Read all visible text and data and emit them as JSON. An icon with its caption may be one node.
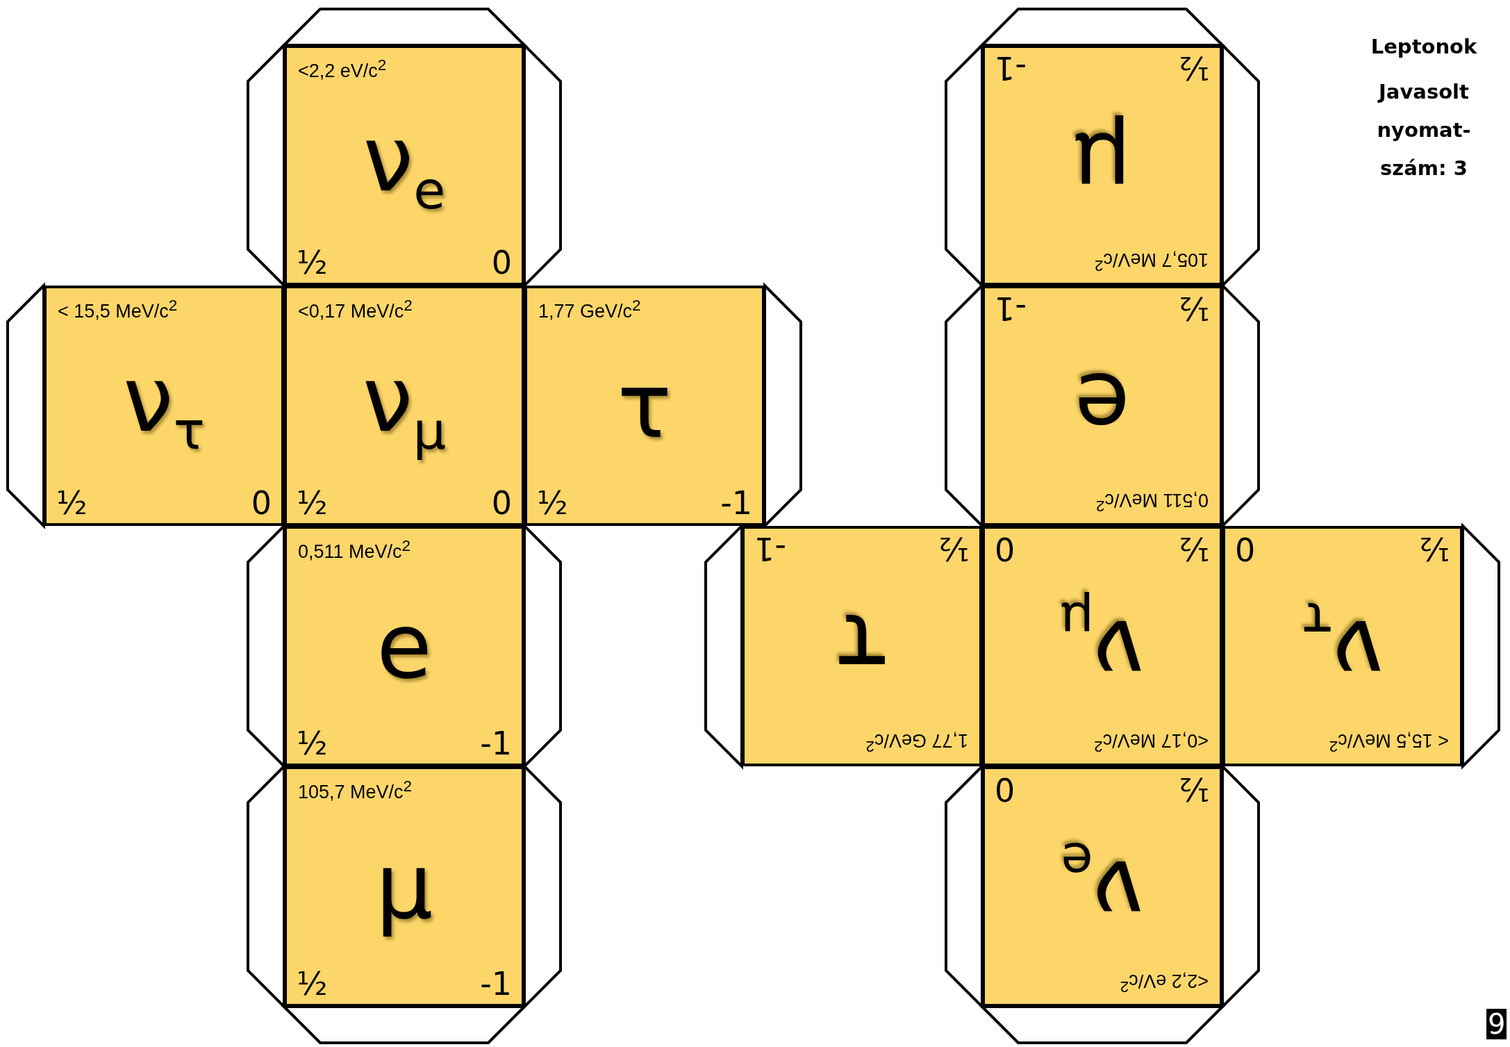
{
  "diagram": {
    "title": "Leptonok",
    "nodes": [
      {
        "text": [
          "<2,2 eV/c$^{2}$",
          "ν$_{e}$",
          "½",
          "0"
        ]
      },
      {
        "text": [
          "< 15,5 MeV/c$^{2}$",
          "ν$_{τ}$",
          "½",
          "0"
        ]
      },
      {
        "text": [
          "<0,17 MeV/c$^{2}$",
          "ν$_{μ}$",
          "½",
          "0"
        ]
      },
      {
        "text": [
          "1,77 GeV/c$^{2}$",
          "τ",
          "½",
          "-1"
        ]
      },
      {
        "text": [
          "0,511 MeV/c$^{2}$",
          "e",
          "½",
          "-1"
        ]
      },
      {
        "text": [
          "105,7 MeV/c$^{2}$",
          "μ",
          "½",
          "-1"
        ]
      },
      {
        "text": [
          "105,7 MeV/c$^{2}$",
          "μ",
          "½",
          "-1"
        ]
      },
      {
        "text": [
          "0,511 MeV/c$^{2}$",
          "e",
          "½",
          "-1"
        ]
      },
      {
        "text": [
          "1,77 GeV/c$^{2}$",
          "τ",
          "½",
          "-1"
        ]
      },
      {
        "text": [
          "<0,17 MeV/c$^{2}$",
          "ν$_{μ}$",
          "½",
          "0"
        ]
      },
      {
        "text": [
          "< 15,5 MeV/c$^{2}$",
          "ν$_{τ}$",
          "½",
          "0"
        ]
      },
      {
        "text": [
          "<2,2 eV/c$^{2}$",
          "ν$_{e}$",
          "½",
          "0"
        ]
      }
    ],
    "labels": [
      "Javasolt nyomat-szám: 3",
      "9"
    ]
  }
}
